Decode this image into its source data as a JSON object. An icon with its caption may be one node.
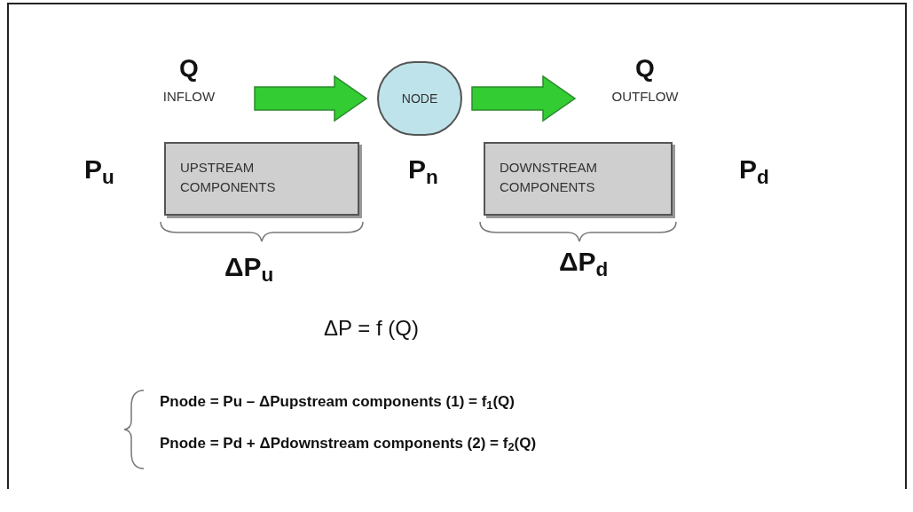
{
  "diagram": {
    "nodes": [
      {
        "text": [
          "Q",
          "INFLOW"
        ]
      },
      {
        "text": [
          "NODE"
        ]
      },
      {
        "text": [
          "Q",
          "OUTFLOW"
        ]
      },
      {
        "text": [
          "UPSTREAM COMPONENTS"
        ]
      },
      {
        "text": [
          "DOWNSTREAM COMPONENTS"
        ]
      }
    ],
    "edges": [
      {
        "from": 0,
        "to": 1,
        "arrow": "to",
        "style": "thick",
        "color": "#33cc33"
      },
      {
        "from": 1,
        "to": 2,
        "arrow": "to",
        "style": "thick",
        "color": "#33cc33"
      }
    ],
    "labels": [
      "P$_{u}$",
      "P$_{n}$",
      "P$_{d}$",
      "ΔP$_{u}$",
      "ΔP$_{d}$",
      "ΔP = f (Q)",
      "Pnode = Pu – ΔPupstream components (1) = f$_{1}$(Q)",
      "Pnode = Pd + ΔPdownstream components (2) = f$_{2}$(Q)"
    ]
  }
}
